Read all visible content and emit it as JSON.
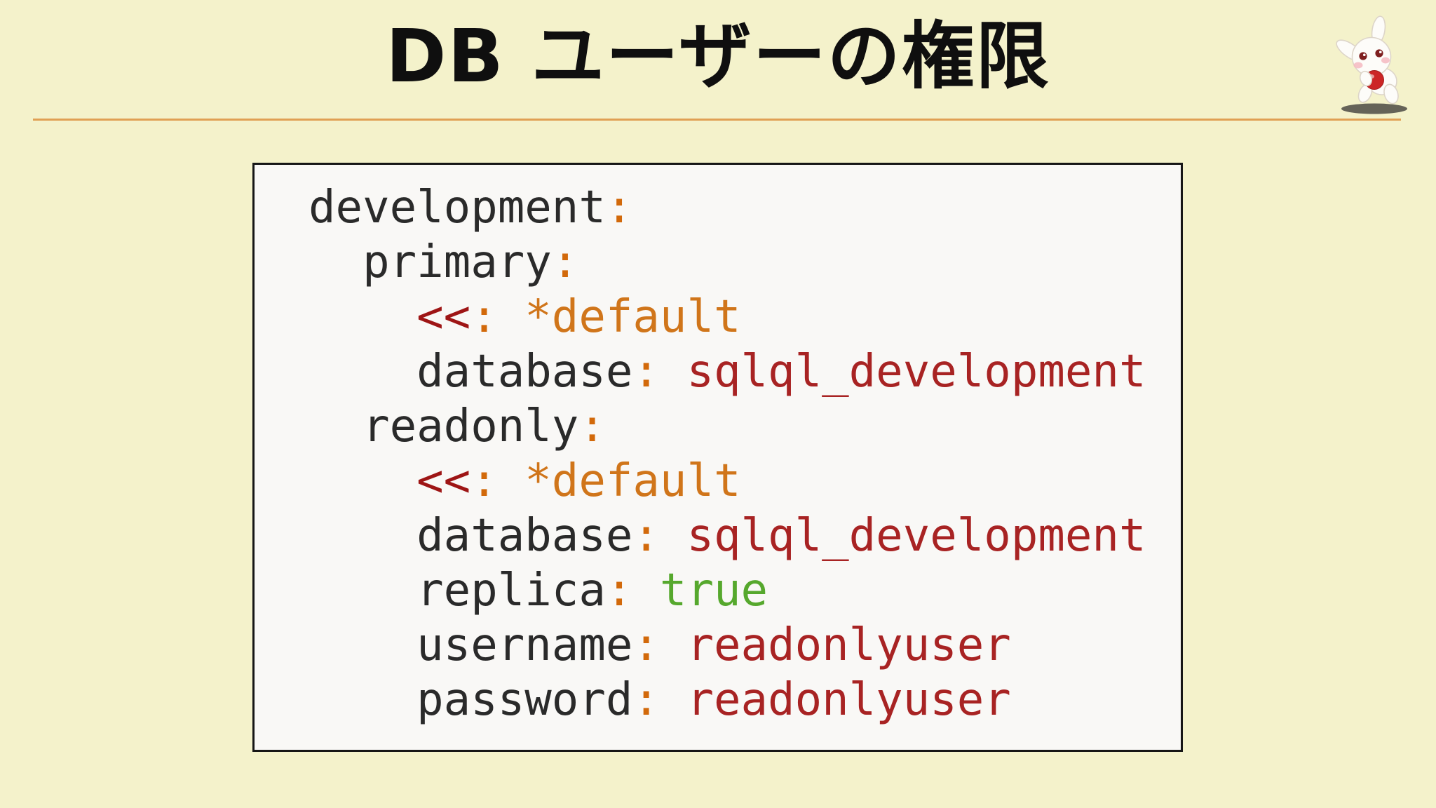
{
  "slide": {
    "title": "DB ユーザーの権限",
    "background_color": "#f4f2cb",
    "divider_color": "#e0a054"
  },
  "mascot": {
    "icon": "rabbit-mascot",
    "description": "white rabbit character with red eyes holding a red apple, standing over a dark shadow"
  },
  "code_block": {
    "language": "yaml",
    "background_color": "#f9f8f6",
    "border_color": "#161616",
    "token_colors": {
      "key": "#2a2a2a",
      "punct": "#d2690a",
      "merge": "#9e1515",
      "alias": "#d0751a",
      "str": "#a82323",
      "bool": "#56a82d"
    },
    "lines": [
      [
        [
          "development",
          "key"
        ],
        [
          ":",
          "punct"
        ]
      ],
      [
        [
          "  primary",
          "key"
        ],
        [
          ":",
          "punct"
        ]
      ],
      [
        [
          "    <<",
          "merge"
        ],
        [
          ":",
          "punct"
        ],
        [
          " *default",
          "alias"
        ]
      ],
      [
        [
          "    database",
          "key"
        ],
        [
          ":",
          "punct"
        ],
        [
          " sqlql_development",
          "str"
        ]
      ],
      [
        [
          "  readonly",
          "key"
        ],
        [
          ":",
          "punct"
        ]
      ],
      [
        [
          "    <<",
          "merge"
        ],
        [
          ":",
          "punct"
        ],
        [
          " *default",
          "alias"
        ]
      ],
      [
        [
          "    database",
          "key"
        ],
        [
          ":",
          "punct"
        ],
        [
          " sqlql_development",
          "str"
        ]
      ],
      [
        [
          "    replica",
          "key"
        ],
        [
          ":",
          "punct"
        ],
        [
          " true",
          "bool"
        ]
      ],
      [
        [
          "    username",
          "key"
        ],
        [
          ":",
          "punct"
        ],
        [
          " readonlyuser",
          "str"
        ]
      ],
      [
        [
          "    password",
          "key"
        ],
        [
          ":",
          "punct"
        ],
        [
          " readonlyuser",
          "str"
        ]
      ]
    ]
  }
}
